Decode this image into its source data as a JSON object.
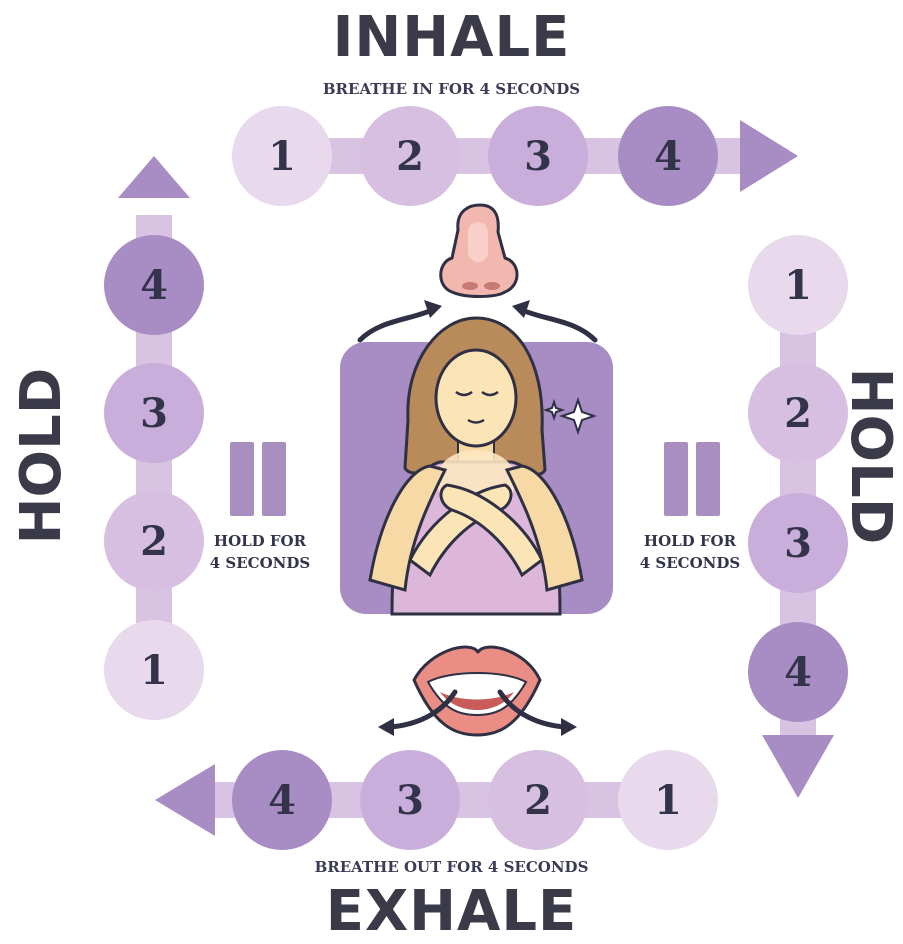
{
  "inhale": {
    "title": "INHALE",
    "subtitle": "BREATHE IN FOR 4 SECONDS",
    "steps": [
      "1",
      "2",
      "3",
      "4"
    ]
  },
  "hold_right": {
    "title": "HOLD",
    "subtitle": "HOLD FOR 4 SECONDS",
    "subtitle_line1": "HOLD FOR",
    "subtitle_line2": "4 SECONDS",
    "steps": [
      "1",
      "2",
      "3",
      "4"
    ]
  },
  "exhale": {
    "title": "EXHALE",
    "subtitle": "BREATHE OUT FOR 4 SECONDS",
    "steps": [
      "1",
      "2",
      "3",
      "4"
    ]
  },
  "hold_left": {
    "title": "HOLD",
    "subtitle_line1": "HOLD FOR",
    "subtitle_line2": "4 SECONDS",
    "steps": [
      "1",
      "2",
      "3",
      "4"
    ]
  },
  "colors": {
    "step1": "#e8d9ec",
    "step2": "#d6bfe0",
    "step3": "#c9addb",
    "step4": "#a88cc4",
    "arrow": "#a88cc4",
    "text": "#33344a",
    "panel": "#a88cc4"
  },
  "icons": [
    "nose-icon",
    "mouth-icon",
    "sparkle-icon",
    "pause-icon",
    "woman-illustration"
  ]
}
